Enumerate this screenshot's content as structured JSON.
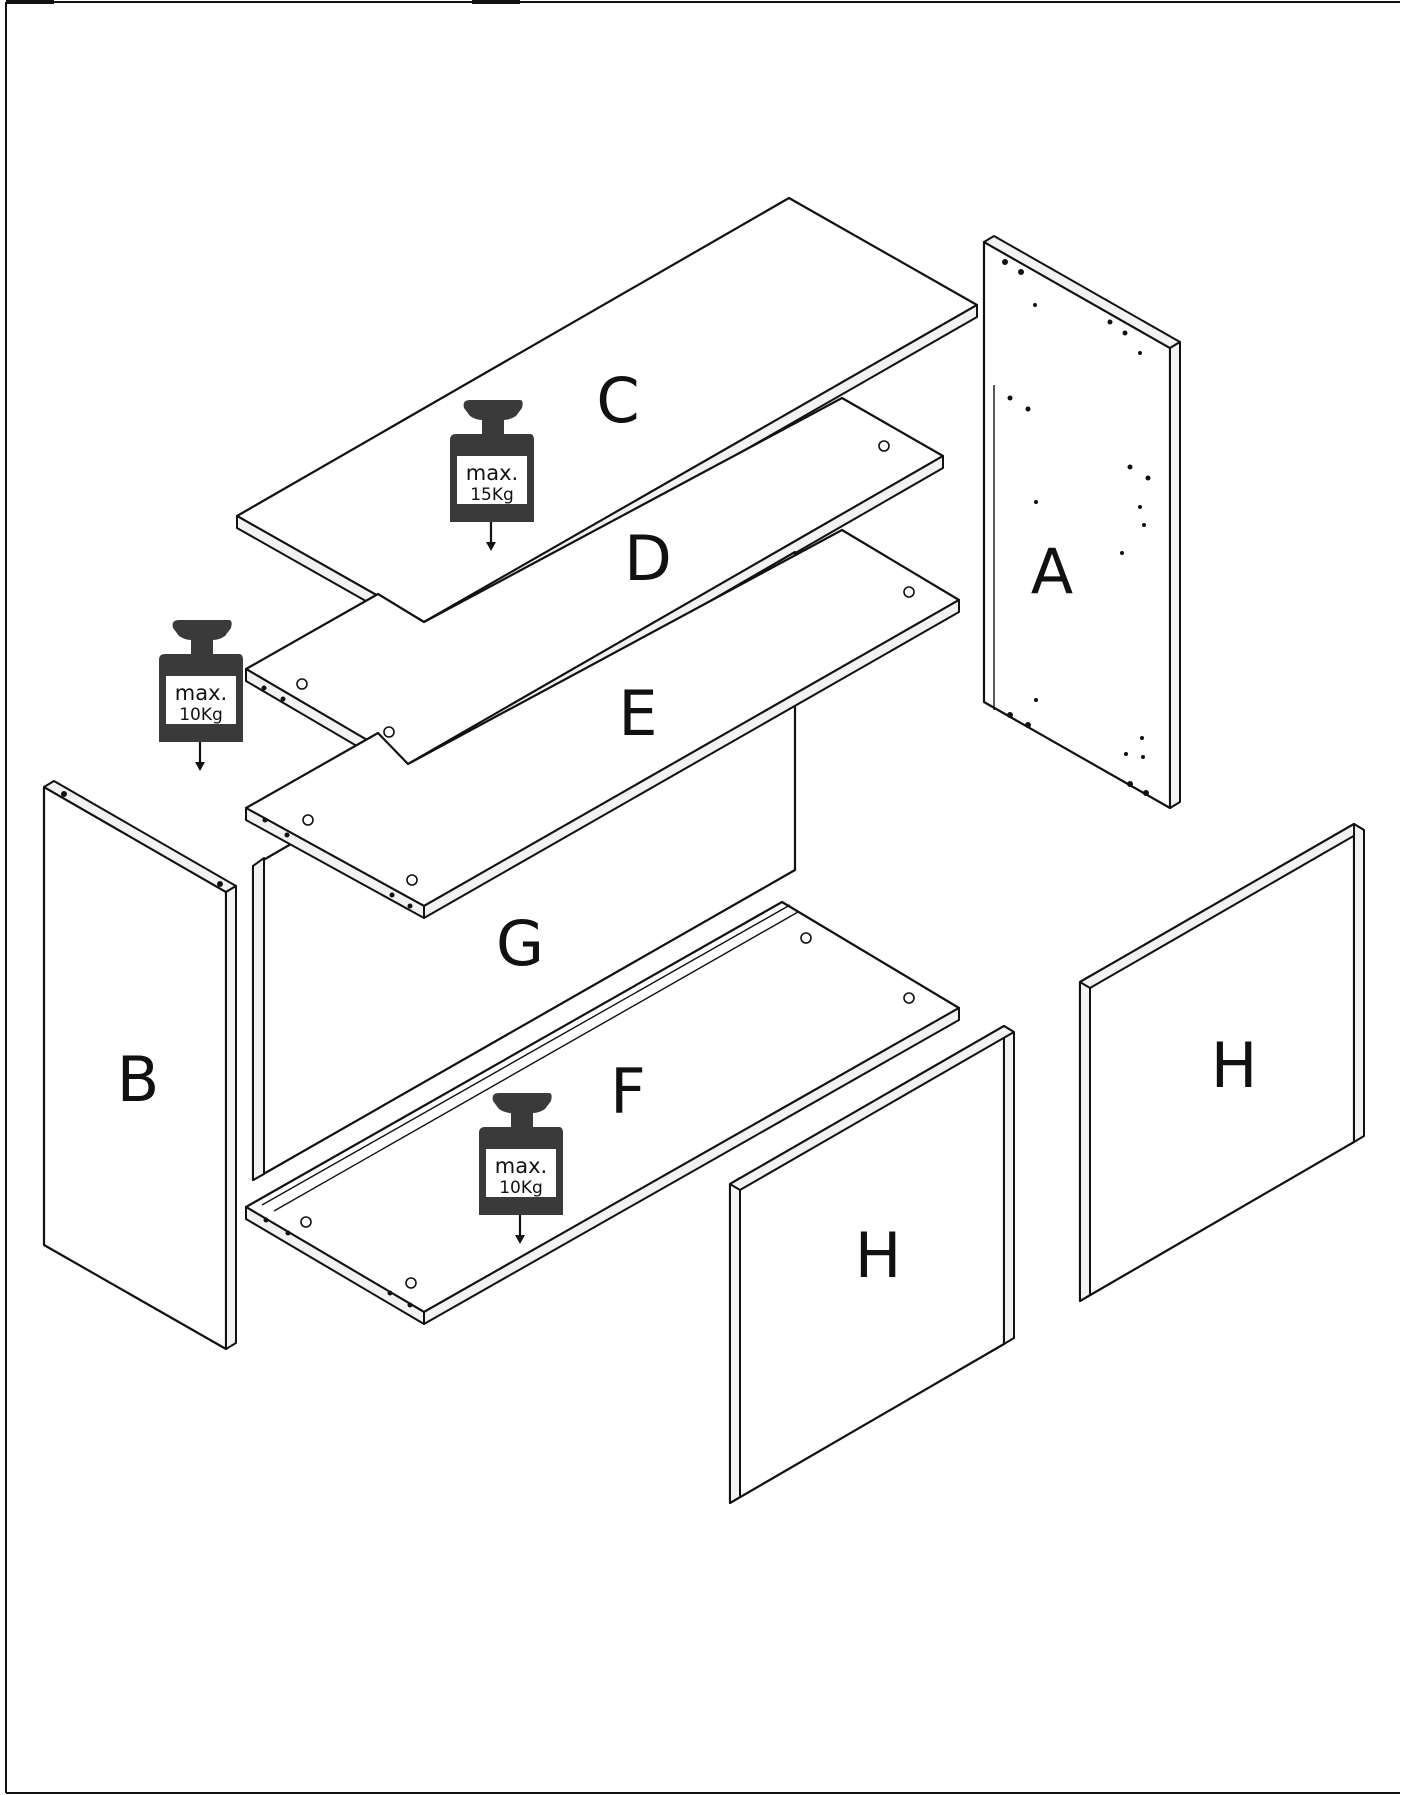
{
  "parts": {
    "A": "A",
    "B": "B",
    "C": "C",
    "D": "D",
    "E": "E",
    "F": "F",
    "G": "G",
    "H_front": "H",
    "H_right": "H"
  },
  "weights": {
    "top": {
      "max": "max.",
      "load": "15Kg"
    },
    "shelf": {
      "max": "max.",
      "load": "10Kg"
    },
    "bottom": {
      "max": "max.",
      "load": "10Kg"
    }
  },
  "colors": {
    "ink": "#111111",
    "weight_icon": "#3a3a3a",
    "paper": "#ffffff"
  }
}
